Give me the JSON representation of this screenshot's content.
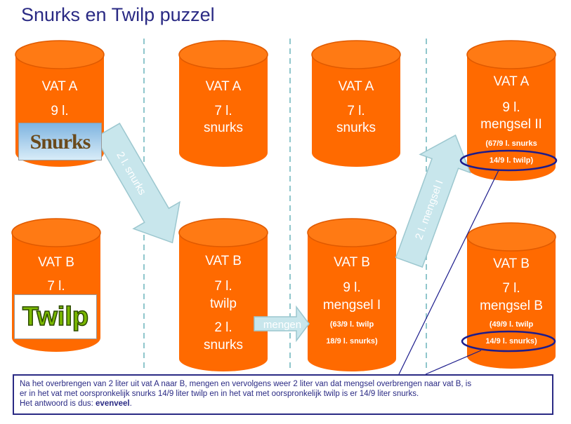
{
  "title": "Snurks en Twilp puzzel",
  "colors": {
    "barrel": "#ff6a00",
    "barrel_dark": "#e05a00",
    "title": "#2a2a84",
    "arrow_fill": "#c8e6ec",
    "arrow_stroke": "#9cc7cf",
    "ellipse": "#1c1c8c",
    "divider": "#8fc6cc"
  },
  "col1": {
    "a": {
      "name": "VAT A",
      "amount": "9 l.",
      "logo": "Snurks"
    },
    "b": {
      "name": "VAT B",
      "amount": "7 l.",
      "logo": "Twilp"
    }
  },
  "col2": {
    "a": {
      "name": "VAT A",
      "amount": "7 l.",
      "content": "snurks"
    },
    "b": {
      "name": "VAT B",
      "amount": "7 l.",
      "content": "twilp",
      "amount2": "2 l.",
      "content2": "snurks"
    }
  },
  "col3": {
    "a": {
      "name": "VAT A",
      "amount": "7 l.",
      "content": "snurks"
    },
    "b": {
      "name": "VAT B",
      "amount": "9 l.",
      "content": "mengsel I",
      "detail1": "(63/9 l. twilp",
      "detail2": "18/9 l. snurks)"
    }
  },
  "col4": {
    "a": {
      "name": "VAT A",
      "amount": "9 l.",
      "content": "mengsel II",
      "detail1": "(67/9 l. snurks",
      "detail2": "14/9 l. twilp)"
    },
    "b": {
      "name": "VAT B",
      "amount": "7 l.",
      "content": "mengsel B",
      "detail1": "(49/9 l. twilp",
      "detail2": "14/9 l. snurks)"
    }
  },
  "arrows": {
    "snurks": "2 l. snurks",
    "mengen": "mengen",
    "mengsel": "2 l. mengsel I"
  },
  "note": {
    "line1": "Na het overbrengen van 2 liter uit vat A naar B, mengen en vervolgens weer 2 liter van dat mengsel overbrengen naar vat B, is",
    "line2": "er in het vat met oorspronkelijk snurks 14/9 liter twilp en in het vat met oorspronkelijk twilp is er 14/9 liter snurks.",
    "line3_prefix": "Het antwoord is dus: ",
    "line3_answer": "evenveel",
    "line3_suffix": "."
  }
}
